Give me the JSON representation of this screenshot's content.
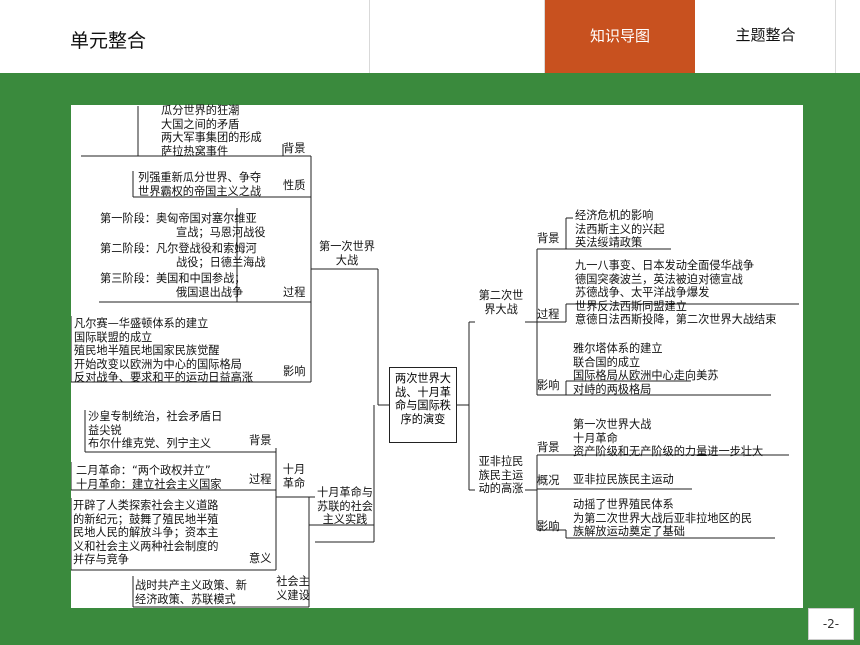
{
  "header": {
    "title": "单元整合",
    "tabs": [
      {
        "label": "知识导图",
        "active": true
      },
      {
        "label": "主题整合",
        "active": false
      }
    ]
  },
  "diagram": {
    "center": "两次世界大战、十月革命与国际秩序的演变",
    "ww1": {
      "title": "第一次世界大战",
      "background": {
        "label": "背景",
        "items": [
          "瓜分世界的狂潮",
          "大国之间的矛盾",
          "两大军事集团的形成",
          "萨拉热窝事件"
        ]
      },
      "nature": {
        "label": "性质",
        "items": [
          "列强重新瓜分世界、争夺",
          "世界霸权的帝国主义之战"
        ]
      },
      "process": {
        "label": "过程",
        "items": [
          "第一阶段：奥匈帝国对塞尔维亚",
          "宣战；马恩河战役",
          "第二阶段：凡尔登战役和索姆河",
          "战役；日德兰海战",
          "第三阶段：美国和中国参战；",
          "俄国退出战争"
        ]
      },
      "impact": {
        "label": "影响",
        "items": [
          "凡尔赛—华盛顿体系的建立",
          "国际联盟的成立",
          "殖民地半殖民地国家民族觉醒",
          "开始改变以欧洲为中心的国际格局",
          "反对战争、要求和平的运动日益高涨"
        ]
      }
    },
    "revolution": {
      "title": "十月革命与苏联的社会主义实践",
      "october": {
        "title": "十月革命",
        "background": {
          "label": "背景",
          "items": [
            "沙皇专制统治，社会矛盾日",
            "益尖锐",
            "布尔什维克党、列宁主义"
          ]
        },
        "process": {
          "label": "过程",
          "items": [
            "二月革命：“两个政权并立”",
            "十月革命：建立社会主义国家"
          ]
        },
        "meaning": {
          "label": "意义",
          "items": [
            "开辟了人类探索社会主义道路",
            "的新纪元；鼓舞了殖民地半殖",
            "民地人民的解放斗争；资本主",
            "义和社会主义两种社会制度的",
            "并存与竞争"
          ]
        }
      },
      "socialism": {
        "title": "社会主义建设",
        "items": [
          "战时共产主义政策、新",
          "经济政策、苏联模式"
        ]
      }
    },
    "ww2": {
      "title": "第二次世界大战",
      "background": {
        "label": "背景",
        "items": [
          "经济危机的影响",
          "法西斯主义的兴起",
          "英法绥靖政策"
        ]
      },
      "process": {
        "label": "过程",
        "items": [
          "九一八事变、日本发动全面侵华战争",
          "德国突袭波兰，英法被迫对德宣战",
          "苏德战争、太平洋战争爆发",
          "世界反法西斯同盟建立",
          "意德日法西斯投降，第二次世界大战结束"
        ]
      },
      "impact": {
        "label": "影响",
        "items": [
          "雅尔塔体系的建立",
          "联合国的成立",
          "国际格局从欧洲中心走向美苏",
          "对峙的两极格局"
        ]
      }
    },
    "afro": {
      "title": "亚非拉民族民主运动的高涨",
      "background": {
        "label": "背景",
        "items": [
          "第一次世界大战",
          "十月革命",
          "资产阶级和无产阶级的力量进一步壮大"
        ]
      },
      "overview": {
        "label": "概况",
        "items": [
          "亚非拉民族民主运动"
        ]
      },
      "impact": {
        "label": "影响",
        "items": [
          "动摇了世界殖民体系",
          "为第二次世界大战后亚非拉地区的民",
          "族解放运动奠定了基础"
        ]
      }
    }
  },
  "footer": {
    "page": "-2-"
  }
}
